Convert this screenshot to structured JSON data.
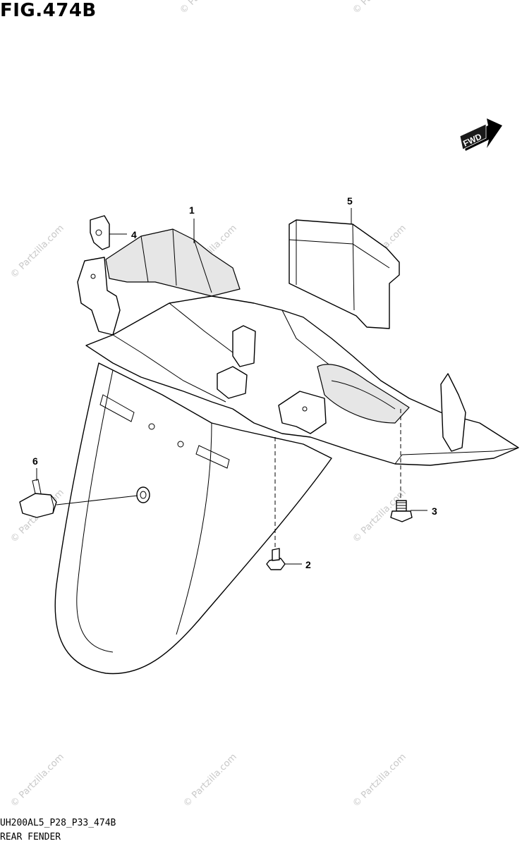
{
  "figure": {
    "title": "FIG.474B",
    "diagram_code": "UH200AL5_P28_P33_474B",
    "section_name": "REAR FENDER"
  },
  "fwd_badge": {
    "label": "FWD"
  },
  "callouts": {
    "part_1": "1",
    "part_2": "2",
    "part_3": "3",
    "part_4": "4",
    "part_5": "5",
    "part_6": "6"
  },
  "watermark": {
    "text": "© Partzilla.com"
  }
}
